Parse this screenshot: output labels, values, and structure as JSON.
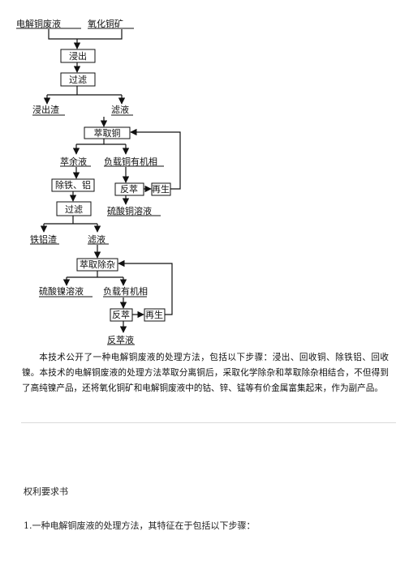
{
  "flowchart": {
    "inputs": [
      "电解铜废液",
      "氧化铜矿"
    ],
    "leach": "浸出",
    "filter1": "过滤",
    "leach_residue": "浸出渣",
    "filtrate1": "滤液",
    "cu_extract": "萃取铜",
    "raffinate": "萃余液",
    "loaded_organic_cu": "负载铜有机相",
    "fe_al_removal": "除铁、铝",
    "strip1": "反萃",
    "regen1": "再生",
    "filter2": "过滤",
    "cuso4_solution": "硫酸铜溶液",
    "fe_al_residue": "铁铝渣",
    "filtrate2": "滤液",
    "impurity_extract": "萃取除杂",
    "niso4_solution": "硫酸镍溶液",
    "loaded_organic": "负载有机相",
    "strip2": "反萃",
    "regen2": "再生",
    "strip_liquor": "反萃液"
  },
  "abstract": "本技术公开了一种电解铜废液的处理方法，包括以下步骤：浸出、回收铜、除铁铝、回收镍。本技术的电解铜废液的处理方法萃取分离铜后，采取化学除杂和萃取除杂相结合，不但得到了高纯镍产品，还将氧化铜矿和电解铜废液中的钴、锌、锰等有价金属富集起来，作为副产品。",
  "claims": {
    "title": "权利要求书",
    "claim_1": "1.一种电解铜废液的处理方法，其特征在于包括以下步骤："
  }
}
